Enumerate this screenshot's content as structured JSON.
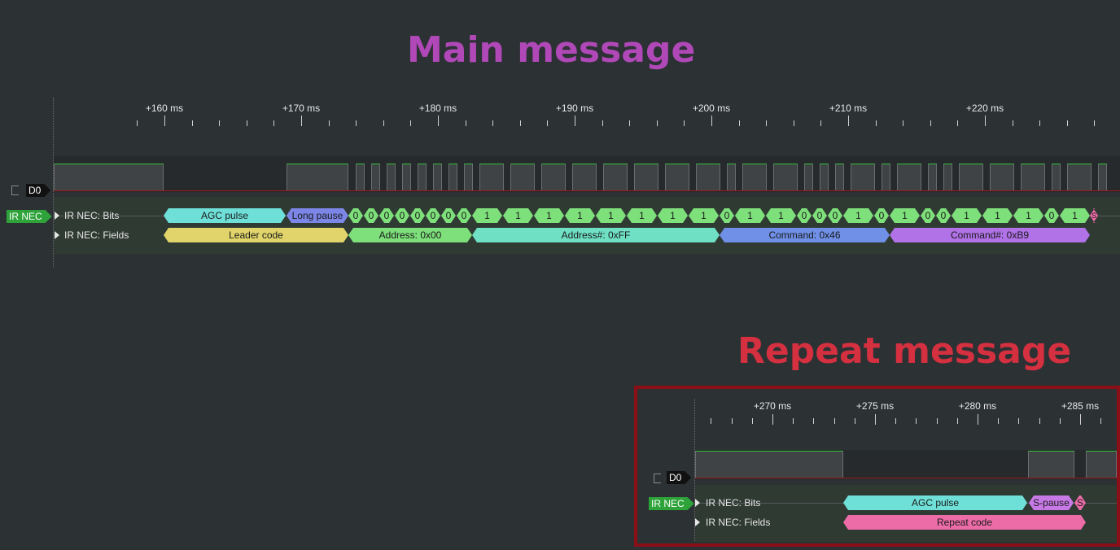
{
  "headings": {
    "main": {
      "text": "Main message",
      "color": "#b048b8"
    },
    "repeat": {
      "text": "Repeat message",
      "color": "#d43040"
    }
  },
  "channel": {
    "label": "D0"
  },
  "analyzer": {
    "label": "IR NEC"
  },
  "rows": {
    "bits": "IR NEC: Bits",
    "fields": "IR NEC: Fields"
  },
  "main": {
    "ruler": [
      "+160 ms",
      "+170 ms",
      "+180 ms",
      "+190 ms",
      "+200 ms",
      "+210 ms",
      "+220 ms"
    ],
    "bits_special": {
      "agc": "AGC pulse",
      "long_pause": "Long pause",
      "stop": "S"
    },
    "bit_values": [
      "0",
      "0",
      "0",
      "0",
      "0",
      "0",
      "0",
      "0",
      "1",
      "1",
      "1",
      "1",
      "1",
      "1",
      "1",
      "1",
      "0",
      "1",
      "1",
      "0",
      "0",
      "0",
      "1",
      "0",
      "1",
      "0",
      "0",
      "1",
      "1",
      "1",
      "0",
      "1"
    ],
    "fields": [
      {
        "label": "Leader code",
        "color": "#e0d46a"
      },
      {
        "label": "Address: 0x00",
        "color": "#7ee07a"
      },
      {
        "label": "Address#: 0xFF",
        "color": "#6fe0c4"
      },
      {
        "label": "Command: 0x46",
        "color": "#6f90e6"
      },
      {
        "label": "Command#: 0xB9",
        "color": "#b072e6"
      }
    ]
  },
  "repeat": {
    "ruler": [
      "+270 ms",
      "+275 ms",
      "+280 ms",
      "+285 ms"
    ],
    "bits": {
      "agc": "AGC pulse",
      "s_pause": "S-pause",
      "stop": "S"
    },
    "fields": [
      {
        "label": "Repeat code",
        "color": "#ec6ca8"
      }
    ]
  },
  "colors": {
    "background": "#2c3134",
    "agc": "#6fe0d8",
    "long_pause": "#7b86e6",
    "bit": "#7ee07a",
    "s_pause": "#c77ae6",
    "stop": "#ec6ca8"
  }
}
